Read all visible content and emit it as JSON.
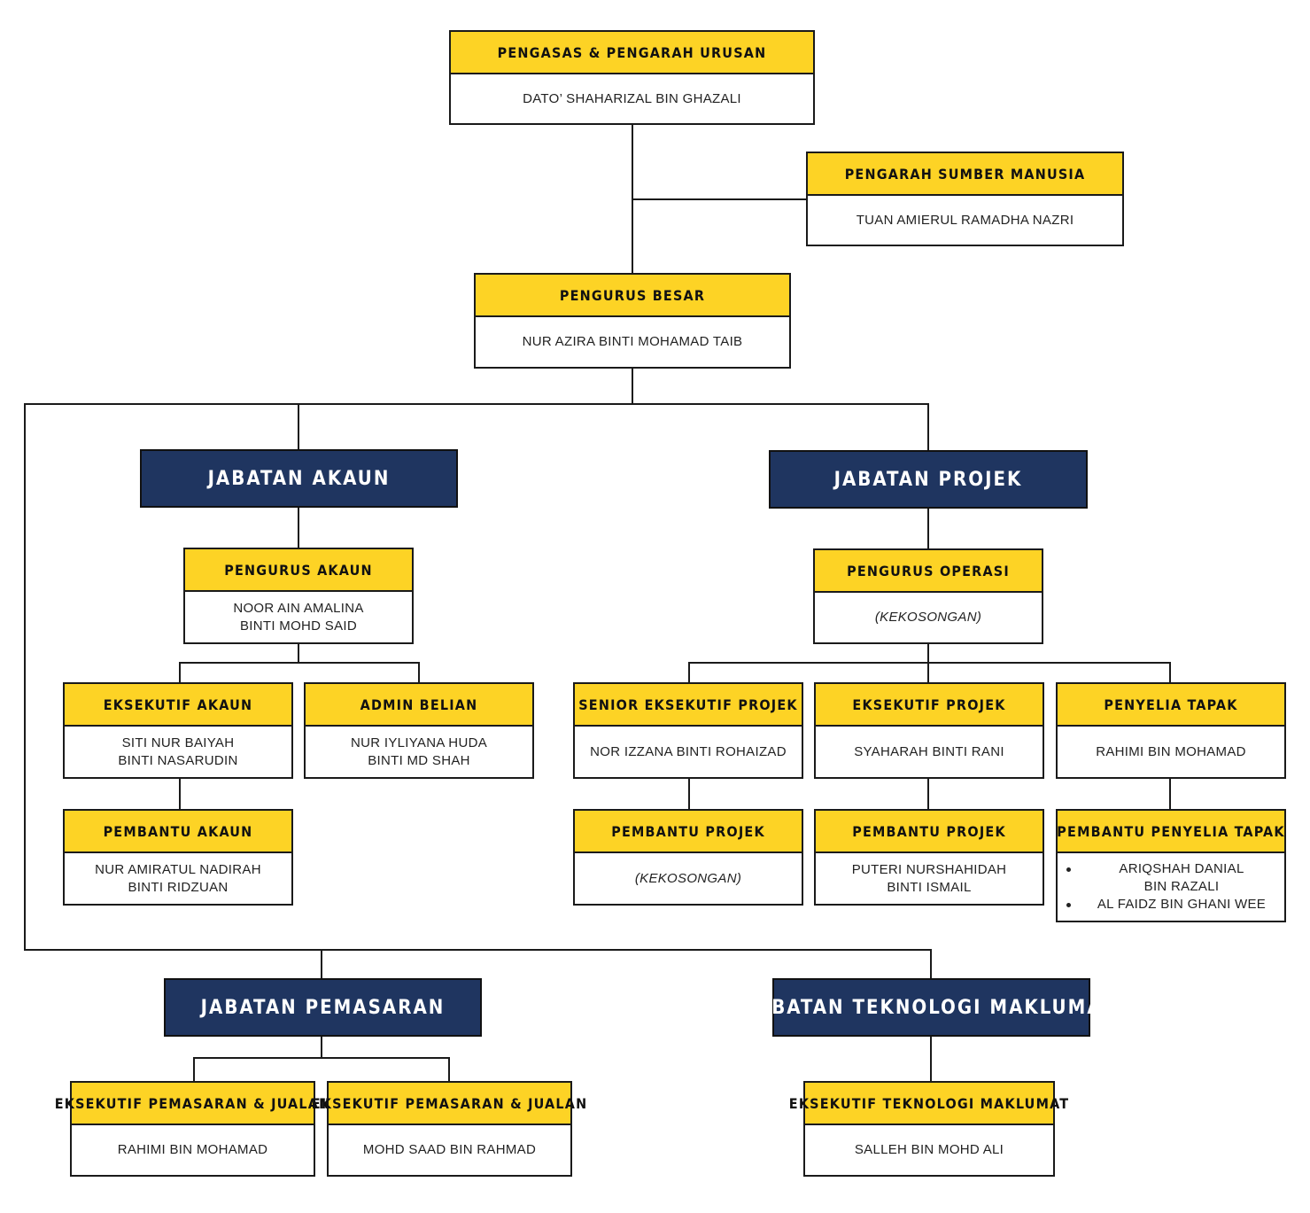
{
  "colors": {
    "header_bg": "#fdd325",
    "department_bg": "#1f3560",
    "line": "#1a1a1a"
  },
  "ceo": {
    "title": "PENGASAS & PENGARAH URUSAN",
    "name": "DATO’ SHAHARIZAL BIN GHAZALI"
  },
  "hr": {
    "title": "PENGARAH SUMBER MANUSIA",
    "name": "TUAN AMIERUL RAMADHA NAZRI"
  },
  "gm": {
    "title": "PENGURUS BESAR",
    "name": "NUR AZIRA BINTI MOHAMAD TAIB"
  },
  "dept_akaun": {
    "label": "JABATAN AKAUN",
    "manager": {
      "title": "PENGURUS AKAUN",
      "name_1": "NOOR AIN AMALINA",
      "name_2": "BINTI MOHD SAID"
    },
    "exec": {
      "title": "EKSEKUTIF AKAUN",
      "name_1": "SITI NUR BAIYAH",
      "name_2": "BINTI NASARUDIN"
    },
    "admin": {
      "title": "ADMIN BELIAN",
      "name_1": "NUR IYLIYANA HUDA",
      "name_2": "BINTI MD SHAH"
    },
    "assistant": {
      "title": "PEMBANTU AKAUN",
      "name_1": "NUR AMIRATUL NADIRAH",
      "name_2": "BINTI RIDZUAN"
    }
  },
  "dept_projek": {
    "label": "JABATAN PROJEK",
    "manager": {
      "title": "PENGURUS OPERASI",
      "name": "(KEKOSONGAN)"
    },
    "senior_exec": {
      "title": "SENIOR EKSEKUTIF PROJEK",
      "name": "NOR IZZANA BINTI ROHAIZAD"
    },
    "exec": {
      "title": "EKSEKUTIF PROJEK",
      "name": "SYAHARAH BINTI RANI"
    },
    "supervisor": {
      "title": "PENYELIA TAPAK",
      "name": "RAHIMI BIN MOHAMAD"
    },
    "assistant_1": {
      "title": "PEMBANTU PROJEK",
      "name": "(KEKOSONGAN)"
    },
    "assistant_2": {
      "title": "PEMBANTU PROJEK",
      "name_1": "PUTERI NURSHAHIDAH",
      "name_2": "BINTI ISMAIL"
    },
    "assistant_supervisor": {
      "title": "PEMBANTU PENYELIA TAPAK",
      "item_1_line_1": "ARIQSHAH DANIAL",
      "item_1_line_2": "BIN RAZALI",
      "item_2": "AL FAIDZ BIN GHANI WEE"
    }
  },
  "dept_pemasaran": {
    "label": "JABATAN PEMASARAN",
    "exec_1": {
      "title": "EKSEKUTIF PEMASARAN & JUALAN",
      "name": "RAHIMI BIN MOHAMAD"
    },
    "exec_2": {
      "title": "EKSEKUTIF PEMASARAN & JUALAN",
      "name": "MOHD SAAD BIN RAHMAD"
    }
  },
  "dept_it": {
    "label": "JABATAN TEKNOLOGI MAKLUMAT",
    "exec": {
      "title": "EKSEKUTIF TEKNOLOGI MAKLUMAT",
      "name": "SALLEH BIN MOHD ALI"
    }
  }
}
